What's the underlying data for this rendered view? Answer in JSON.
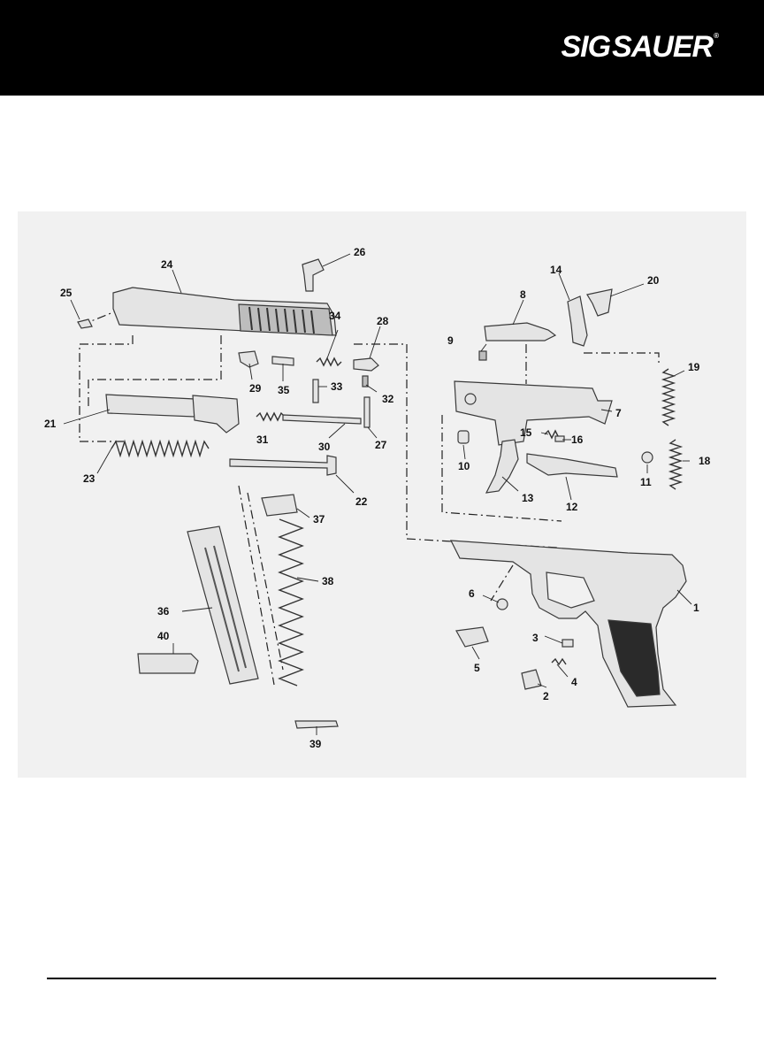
{
  "header": {
    "brand": {
      "sig": "SIG",
      "sauer": "SAUER",
      "reg": "®"
    }
  },
  "diagram": {
    "callouts": [
      "1",
      "2",
      "3",
      "4",
      "5",
      "6",
      "7",
      "8",
      "9",
      "10",
      "11",
      "12",
      "13",
      "14",
      "15",
      "16",
      "18",
      "19",
      "20",
      "21",
      "22",
      "23",
      "24",
      "25",
      "26",
      "27",
      "28",
      "29",
      "30",
      "31",
      "32",
      "33",
      "34",
      "35",
      "36",
      "37",
      "38",
      "39",
      "40"
    ]
  },
  "colors": {
    "header_bg": "#000000",
    "panel_bg": "#f1f1f1",
    "grip_texture": "#2a2a2a"
  }
}
